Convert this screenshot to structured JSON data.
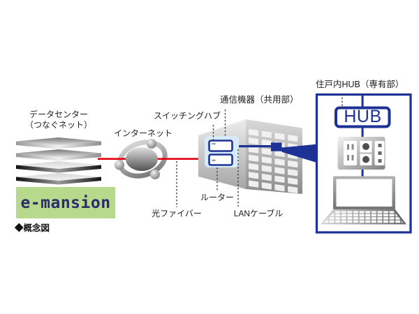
{
  "diagram": {
    "caption": "◆概念図",
    "logo": {
      "text": "e-mansion",
      "bg_color": "#b6d98c",
      "text_color": "#2d2a6e"
    },
    "nodes": {
      "datacenter": {
        "label_line1": "データセンター",
        "label_line2": "（つなぐネット）"
      },
      "internet": {
        "label": "インターネット"
      },
      "switching_hub": {
        "label": "スイッチングハブ"
      },
      "router": {
        "label": "ルーター"
      },
      "comm_equipment": {
        "label": "通信機器（共用部）"
      },
      "unit_hub": {
        "label": "住戸内HUB（専有部）",
        "box_text": "HUB"
      }
    },
    "links": {
      "optical_fiber": {
        "label": "光ファイバー",
        "color": "#e60012"
      },
      "lan_cable": {
        "label": "LANケーブル",
        "color": "#1e3296"
      }
    },
    "colors": {
      "accent_blue": "#1e3296",
      "accent_red": "#e60012",
      "panel_light_blue": "#d7eaf8"
    },
    "icons": {
      "datacenter_stack": "layered-slabs",
      "internet_globe": "orbit-sphere",
      "building": "apartment-block",
      "router_switch": "device-boxes",
      "wall_outlet": "outlet-plate",
      "laptop": "notebook-computer"
    }
  }
}
